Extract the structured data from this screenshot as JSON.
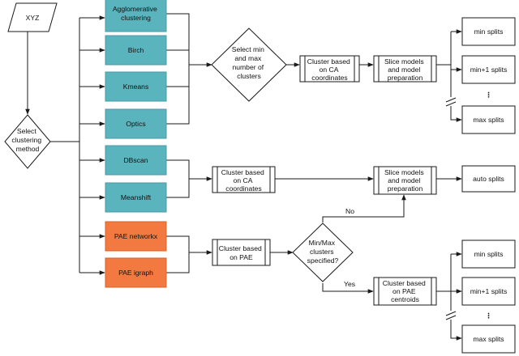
{
  "input": {
    "label": "XYZ"
  },
  "decision_method": {
    "lines": [
      "Select",
      "clustering",
      "method"
    ]
  },
  "methods": {
    "agglomerative": {
      "lines": [
        "Agglomerative",
        "clustering"
      ],
      "color": "#5ab4bd"
    },
    "birch": {
      "lines": [
        "Birch"
      ],
      "color": "#5ab4bd"
    },
    "kmeans": {
      "lines": [
        "Kmeans"
      ],
      "color": "#5ab4bd"
    },
    "optics": {
      "lines": [
        "Optics"
      ],
      "color": "#5ab4bd"
    },
    "dbscan": {
      "lines": [
        "DBscan"
      ],
      "color": "#5ab4bd"
    },
    "meanshift": {
      "lines": [
        "Meanshift"
      ],
      "color": "#5ab4bd"
    },
    "pae_networkx": {
      "lines": [
        "PAE networkx"
      ],
      "color": "#f27a40"
    },
    "pae_igraph": {
      "lines": [
        "PAE igraph"
      ],
      "color": "#f27a40"
    }
  },
  "decision_minmax": {
    "lines": [
      "Select min",
      "and max",
      "number of",
      "clusters"
    ]
  },
  "cluster_ca_top": {
    "lines": [
      "Cluster based",
      "on CA",
      "coordinates"
    ]
  },
  "slice_top": {
    "lines": [
      "Slice models",
      "and model",
      "preparation"
    ]
  },
  "splits_top": {
    "min": "min splits",
    "min1": "min+1 splits",
    "ellipsis": "⋮",
    "max": "max splits"
  },
  "cluster_ca_mid": {
    "lines": [
      "Cluster based",
      "on CA",
      "coordinates"
    ]
  },
  "slice_mid": {
    "lines": [
      "Slice models",
      "and model",
      "preparation"
    ]
  },
  "auto_splits": {
    "label": "auto splits"
  },
  "cluster_pae": {
    "lines": [
      "Cluster based",
      "on PAE"
    ]
  },
  "decision_specified": {
    "lines": [
      "Min/Max",
      "clusters",
      "specified?"
    ]
  },
  "edge_no": "No",
  "edge_yes": "Yes",
  "cluster_pae_centroids": {
    "lines": [
      "Cluster based",
      "on PAE",
      "centroids"
    ]
  },
  "splits_bottom": {
    "min": "min splits",
    "min1": "min+1 splits",
    "ellipsis": "⋮",
    "max": "max splits"
  }
}
